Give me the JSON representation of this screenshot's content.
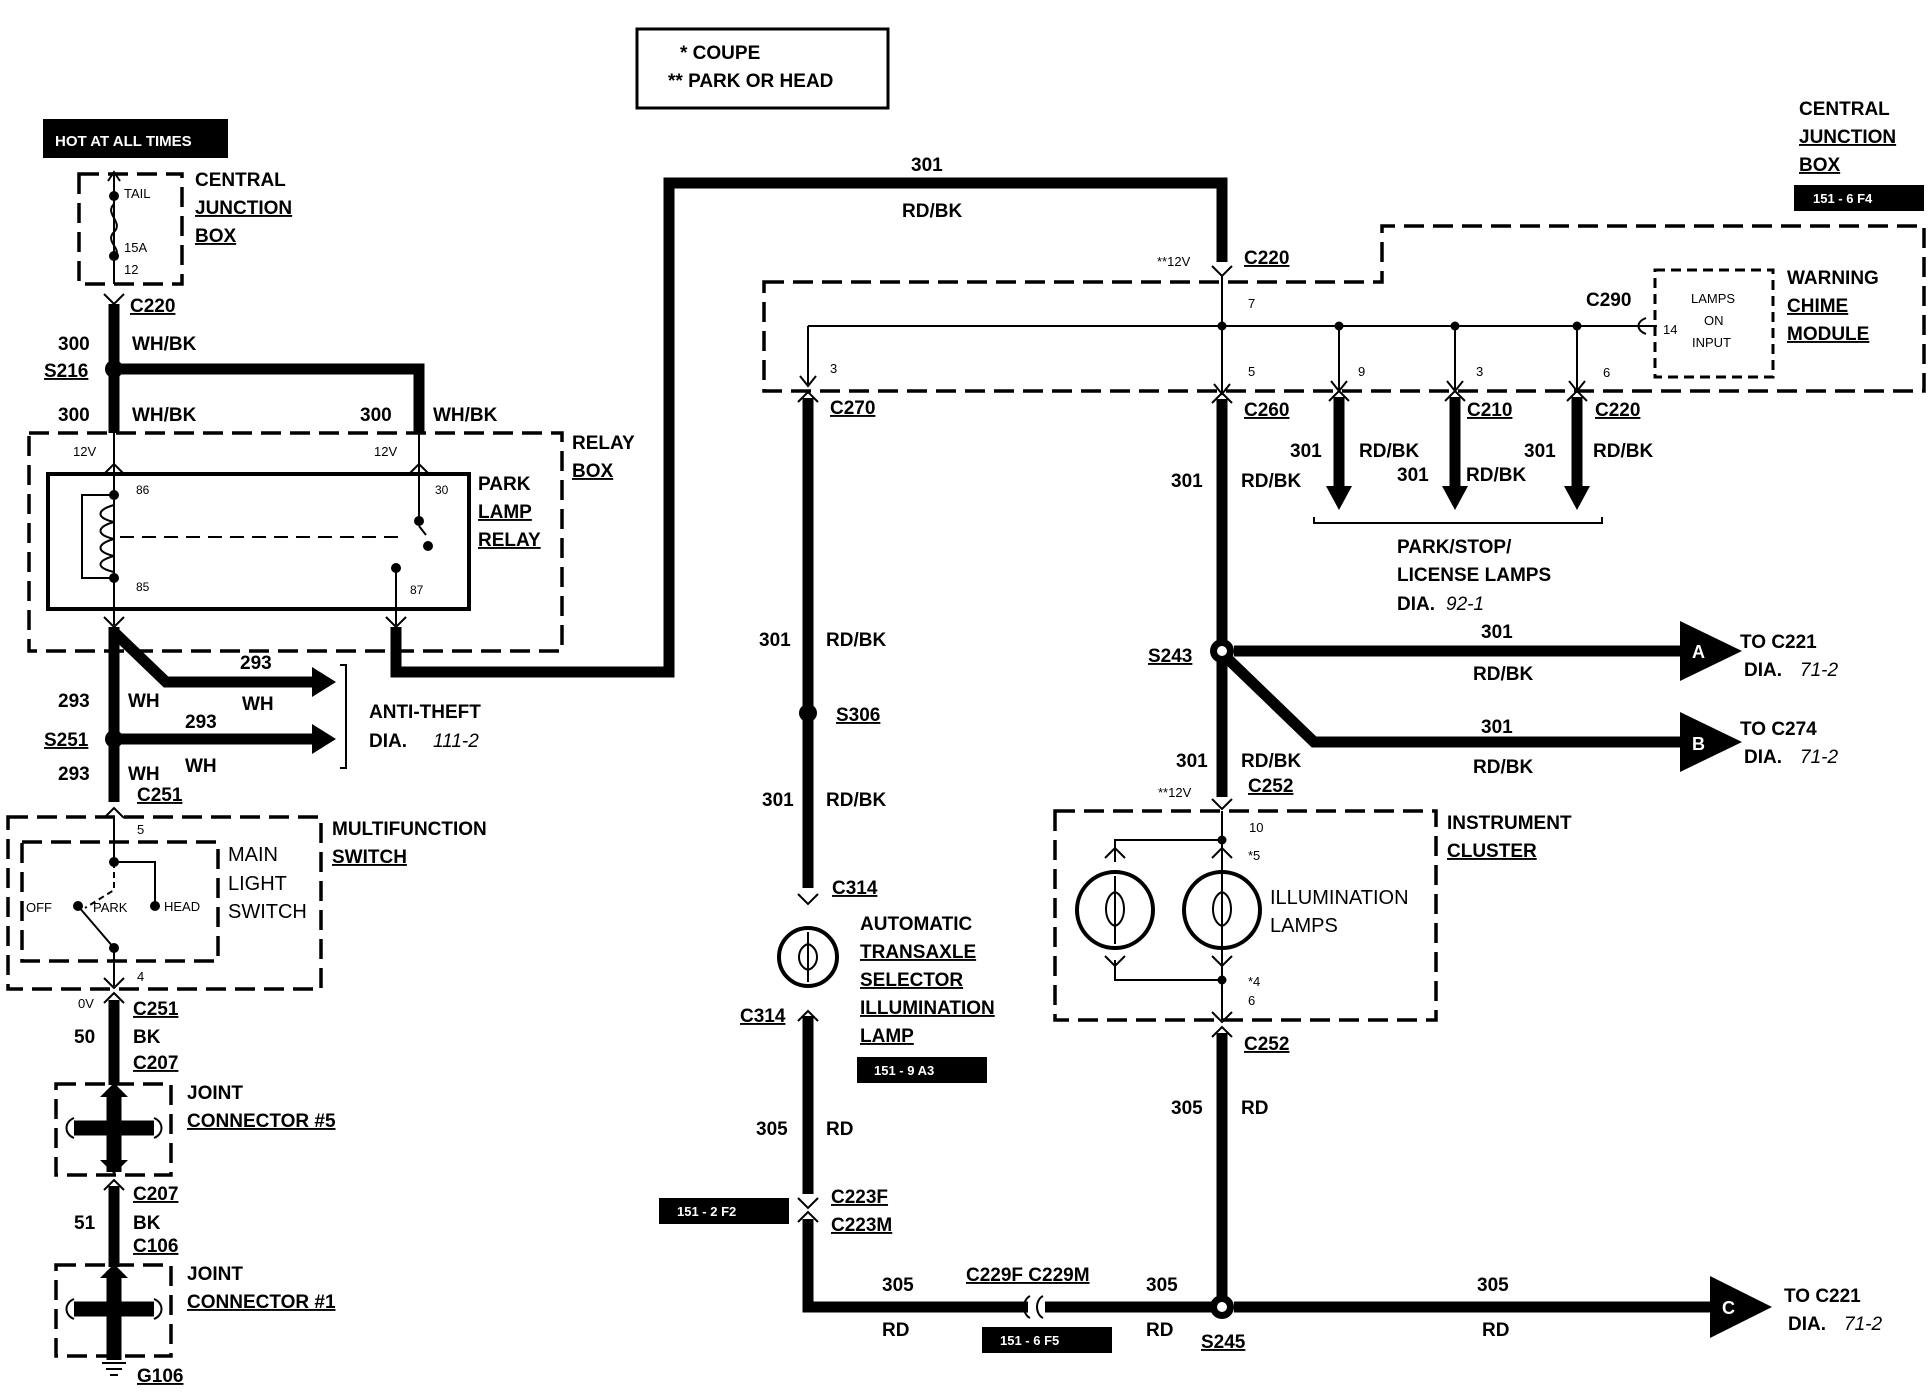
{
  "legend": {
    "line1": "*  COUPE",
    "line2": "**  PARK OR HEAD"
  },
  "hot_label": "HOT AT ALL TIMES",
  "fuse": {
    "name": "TAIL",
    "rating": "15A",
    "number": "12"
  },
  "cjb_left": {
    "line1": "CENTRAL",
    "line2": "JUNCTION",
    "line3": "BOX"
  },
  "cjb_right": {
    "line1": "CENTRAL",
    "line2": "JUNCTION",
    "line3": "BOX",
    "ref": "151 - 6 F4"
  },
  "connectors": {
    "c220_top_left": "C220",
    "c220_mid": "C220",
    "c220_right": "C220",
    "c290": "C290",
    "c270": "C270",
    "c260": "C260",
    "c210": "C210",
    "c251_a": "C251",
    "c251_b": "C251",
    "c207_a": "C207",
    "c207_b": "C207",
    "c106": "C106",
    "g106": "G106",
    "c314_a": "C314",
    "c314_b": "C314",
    "c252_a": "C252",
    "c252_b": "C252",
    "c223f": "C223F",
    "c223m": "C223M",
    "c229": "C229F  C229M"
  },
  "splices": {
    "s216": "S216",
    "s251": "S251",
    "s306": "S306",
    "s243": "S243",
    "s245": "S245"
  },
  "wires": {
    "w300": "300",
    "wh_bk": "WH/BK",
    "w293": "293",
    "wh": "WH",
    "w50": "50",
    "w51": "51",
    "bk": "BK",
    "w301": "301",
    "rd_bk": "RD/BK",
    "w305": "305",
    "rd": "RD"
  },
  "voltages": {
    "v12": "12V",
    "v12s": "**12V",
    "v0": "0V"
  },
  "relay_box": {
    "line1": "RELAY",
    "line2": "BOX"
  },
  "park_lamp_relay": {
    "line1": "PARK",
    "line2": "LAMP",
    "line3": "RELAY"
  },
  "relay_pins": {
    "p86": "86",
    "p85": "85",
    "p30": "30",
    "p87": "87"
  },
  "anti_theft": {
    "line1": "ANTI-THEFT",
    "line2": "DIA.",
    "ref": "111-2"
  },
  "multifunction": {
    "line1": "MULTIFUNCTION",
    "line2": "SWITCH"
  },
  "main_light": {
    "line1": "MAIN",
    "line2": "LIGHT",
    "line3": "SWITCH"
  },
  "switch_pos": {
    "off": "OFF",
    "park": "PARK",
    "head": "HEAD"
  },
  "joint5": {
    "line1": "JOINT",
    "line2": "CONNECTOR #5"
  },
  "joint1": {
    "line1": "JOINT",
    "line2": "CONNECTOR #1"
  },
  "warning_chime": {
    "line1": "WARNING",
    "line2": "CHIME",
    "line3": "MODULE"
  },
  "lamps_input": {
    "line1": "LAMPS",
    "line2": "ON",
    "line3": "INPUT"
  },
  "pins": {
    "p7": "7",
    "p3a": "3",
    "p5": "5",
    "p9": "9",
    "p3b": "3",
    "p6a": "6",
    "p14": "14",
    "p5sw": "5",
    "p4sw": "4",
    "p10": "10",
    "p5s": "*5",
    "p4s": "*4",
    "p6b": "6"
  },
  "park_stop": {
    "line1": "PARK/STOP/",
    "line2": "LICENSE LAMPS",
    "line3": "DIA.",
    "ref": "92-1"
  },
  "offpage": {
    "a_letter": "A",
    "a_line1": "TO C221",
    "a_line2": "DIA.",
    "a_ref": "71-2",
    "b_letter": "B",
    "b_line1": "TO C274",
    "b_line2": "DIA.",
    "b_ref": "71-2",
    "c_letter": "C",
    "c_line1": "TO C221",
    "c_line2": "DIA.",
    "c_ref": "71-2"
  },
  "instrument_cluster": {
    "line1": "INSTRUMENT",
    "line2": "CLUSTER"
  },
  "illumination_lamps": {
    "line1": "ILLUMINATION",
    "line2": "LAMPS"
  },
  "auto_trans": {
    "line1": "AUTOMATIC",
    "line2": "TRANSAXLE",
    "line3": "SELECTOR",
    "line4": "ILLUMINATION",
    "line5": "LAMP",
    "ref": "151 - 9 A3"
  },
  "refs": {
    "r223": "151 - 2 F2",
    "r229": "151 - 6 F5"
  }
}
